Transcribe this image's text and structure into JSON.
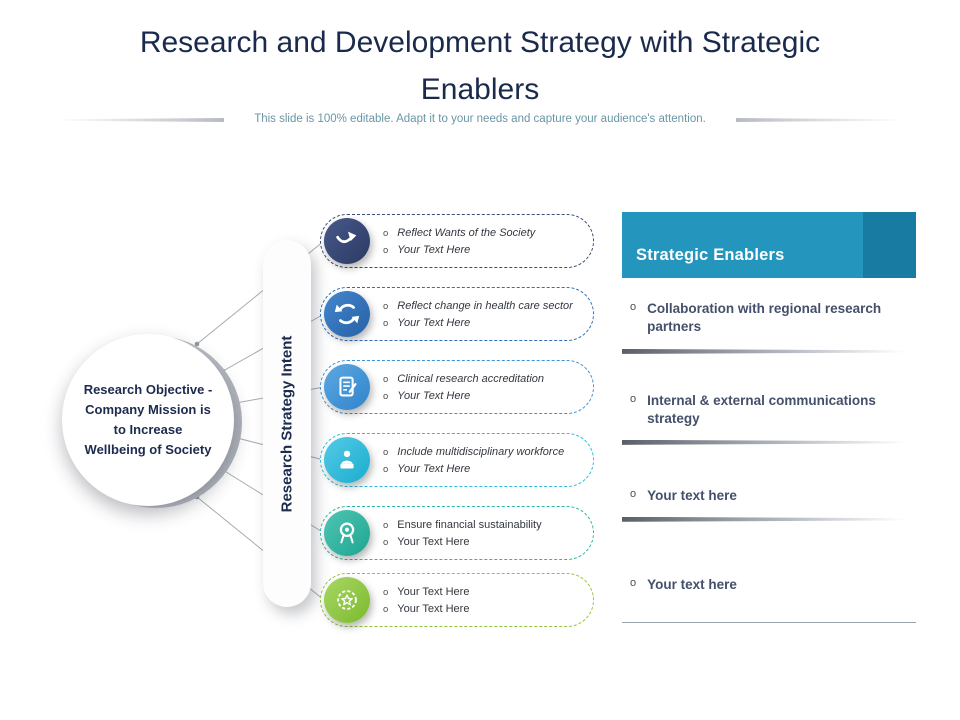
{
  "title": "Research and Development Strategy with Strategic Enablers",
  "subtitle": "This slide is 100% editable. Adapt it to your needs and capture your audience's attention.",
  "bullet_glyph": "o",
  "objective_circle": {
    "text": "Research Objective - Company Mission is to Increase Wellbeing of Society"
  },
  "strategy_bar": {
    "label": "Research Strategy Intent"
  },
  "strategy_items": [
    {
      "icon": "trend-arrow-icon",
      "color": "#3c4c78",
      "bullets": [
        "Reflect Wants of the Society",
        "Your Text Here"
      ]
    },
    {
      "icon": "refresh-icon",
      "color": "#2e6fb7",
      "bullets": [
        "Reflect change in health care sector",
        "Your Text Here"
      ]
    },
    {
      "icon": "clipboard-pencil-icon",
      "color": "#3d93d8",
      "bullets": [
        "Clinical research accreditation",
        "Your Text Here"
      ]
    },
    {
      "icon": "workforce-icon",
      "color": "#2ebcd9",
      "bullets": [
        "Include multidisciplinary workforce",
        "Your Text Here"
      ]
    },
    {
      "icon": "medal-icon",
      "color": "#2eb7a4",
      "bullets": [
        "Ensure financial sustainability",
        "Your Text Here"
      ]
    },
    {
      "icon": "star-badge-icon",
      "color": "#8fc63f",
      "bullets": [
        "Your Text Here",
        "Your Text Here"
      ]
    }
  ],
  "enablers_panel": {
    "header": "Strategic Enablers",
    "header_color": "#2496bd",
    "items": [
      "Collaboration with regional research partners",
      "Internal & external communications strategy",
      "Your text here",
      "Your text here"
    ]
  }
}
